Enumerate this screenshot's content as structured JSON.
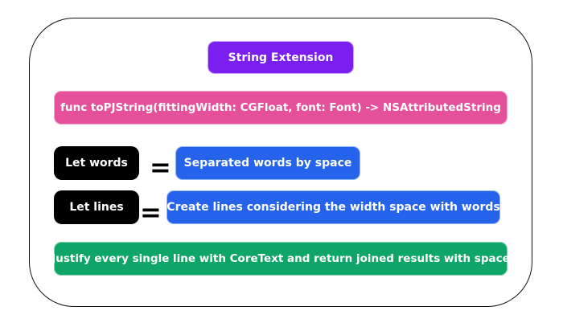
{
  "title": "String Extension",
  "signature": "func toPJString(fittingWidth: CGFloat, font: Font) -> NSAttributedString",
  "rows": [
    {
      "label": "Let words",
      "operator": "=",
      "description": "Separated words by space"
    },
    {
      "label": "Let lines",
      "operator": "=",
      "description": "Create lines considering the width space with words"
    }
  ],
  "final_step": "Justify every single line with CoreText and return joined results with space",
  "colors": {
    "title_bg": "#7a1ff0",
    "signature_bg": "#e4519a",
    "label_bg": "#000000",
    "step_bg": "#2563eb",
    "final_bg": "#0ea567"
  }
}
